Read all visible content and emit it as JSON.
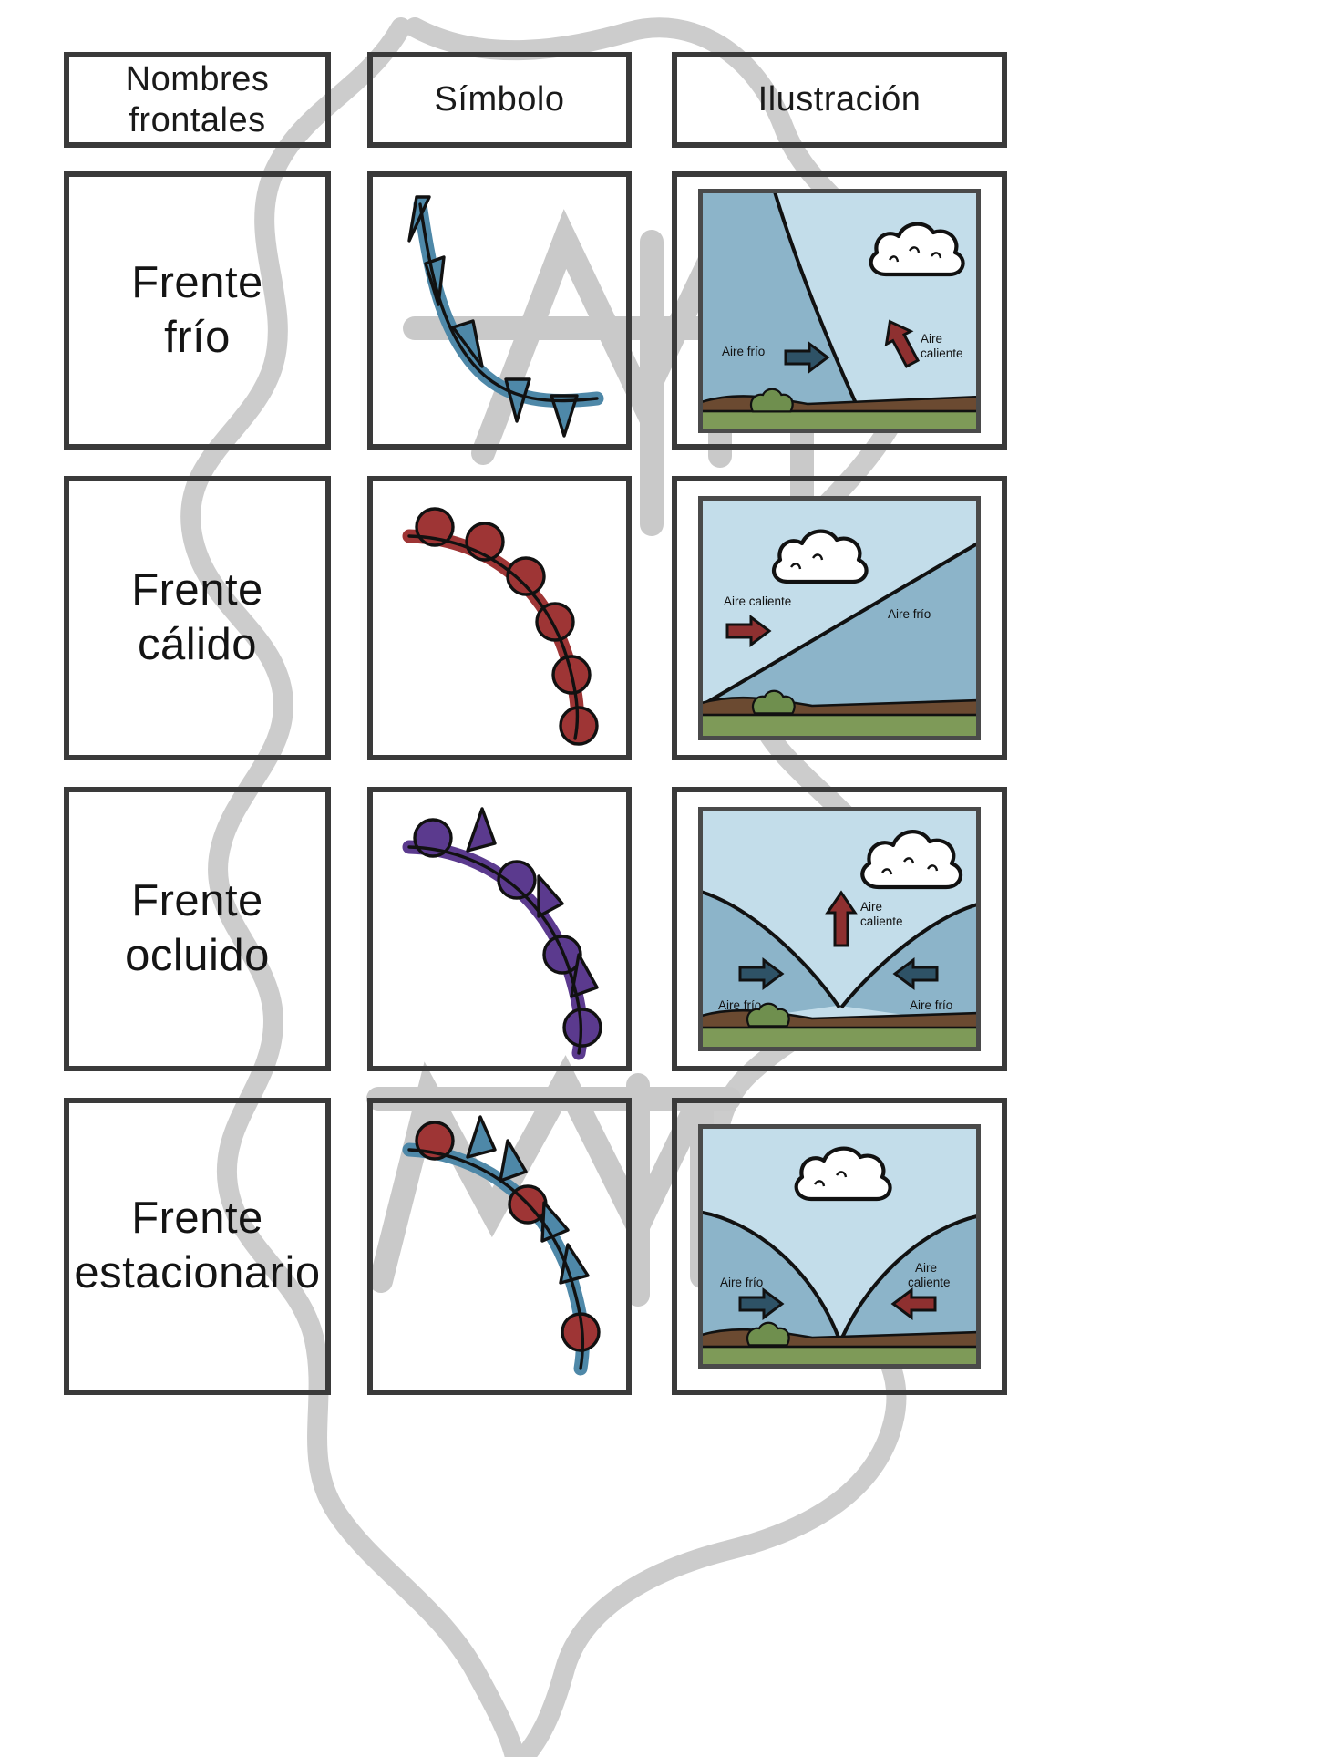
{
  "document": {
    "title": "Nombres frontales - Símbolo - Ilustración",
    "type": "weather-fronts-table"
  },
  "header": {
    "col1": "Nombres\nfrontales",
    "col1_line1": "Nombres",
    "col1_line2": "frontales",
    "col2": "Símbolo",
    "col3": "Ilustración"
  },
  "rows": [
    {
      "id": "frente-frio",
      "name_line1": "Frente",
      "name_line2": "frío",
      "symbol": {
        "type": "cold-front-symbol",
        "color": "#4e88a8",
        "marker": "triangles",
        "description": "Línea azul con triángulos"
      },
      "illustration": {
        "type": "cold-front-illustration",
        "labels": [
          {
            "text": "Aire frío",
            "arrow": "right",
            "arrow_color": "#2e5266"
          },
          {
            "text_line1": "Aire",
            "text_line2": "caliente",
            "arrow": "up-left",
            "arrow_color": "#8e3030"
          }
        ],
        "cloud": "cumulonimbus",
        "sky_cold": "#8cb4c9",
        "sky_warm": "#c3ddea",
        "ground": "#7e9a58",
        "soil": "#6b4a31"
      }
    },
    {
      "id": "frente-calido",
      "name_line1": "Frente",
      "name_line2": "cálido",
      "symbol": {
        "type": "warm-front-symbol",
        "color": "#9e3535",
        "marker": "semicircles",
        "description": "Línea roja con semicírculos"
      },
      "illustration": {
        "type": "warm-front-illustration",
        "labels": [
          {
            "text": "Aire caliente",
            "arrow": "right",
            "arrow_color": "#8e3030"
          },
          {
            "text": "Aire frío",
            "arrow": "none"
          }
        ],
        "cloud": "cumulus",
        "sky_cold": "#8cb4c9",
        "sky_warm": "#c3ddea",
        "ground": "#7e9a58",
        "soil": "#6b4a31"
      }
    },
    {
      "id": "frente-ocluido",
      "name_line1": "Frente",
      "name_line2": "ocluido",
      "symbol": {
        "type": "occluded-front-symbol",
        "color": "#5b3a8e",
        "marker": "triangles-and-semicircles",
        "description": "Línea morada con triángulos y semicírculos"
      },
      "illustration": {
        "type": "occluded-front-illustration",
        "labels": [
          {
            "text_line1": "Aire",
            "text_line2": "caliente",
            "arrow": "up",
            "arrow_color": "#8e3030"
          },
          {
            "text": "Aire frío",
            "arrow": "right",
            "arrow_color": "#2e5266"
          },
          {
            "text": "Aire frío",
            "arrow": "left",
            "arrow_color": "#2e5266"
          }
        ],
        "cloud": "cumulonimbus",
        "sky_cold": "#8cb4c9",
        "sky_warm": "#c3ddea",
        "ground": "#7e9a58",
        "soil": "#6b4a31"
      }
    },
    {
      "id": "frente-estacionario",
      "name_line1": "Frente",
      "name_line2": "estacionario",
      "symbol": {
        "type": "stationary-front-symbol",
        "color_cold": "#4e88a8",
        "color_warm": "#9e3535",
        "marker": "alternating-triangles-semicircles",
        "description": "Línea con triángulos azules y semicírculos rojos alternados"
      },
      "illustration": {
        "type": "stationary-front-illustration",
        "labels": [
          {
            "text": "Aire frío",
            "arrow": "right",
            "arrow_color": "#2e5266"
          },
          {
            "text_line1": "Aire",
            "text_line2": "caliente",
            "arrow": "left",
            "arrow_color": "#8e3030"
          }
        ],
        "cloud": "cumulus",
        "sky_cold": "#8cb4c9",
        "sky_warm": "#c3ddea",
        "ground": "#7e9a58",
        "soil": "#6b4a31"
      }
    }
  ],
  "colors": {
    "border": "#3a3a3a",
    "watermark": "#cccccc",
    "cold_blue": "#4e88a8",
    "warm_red": "#9e3535",
    "occluded_purple": "#5b3a8e",
    "outline": "#111111"
  }
}
